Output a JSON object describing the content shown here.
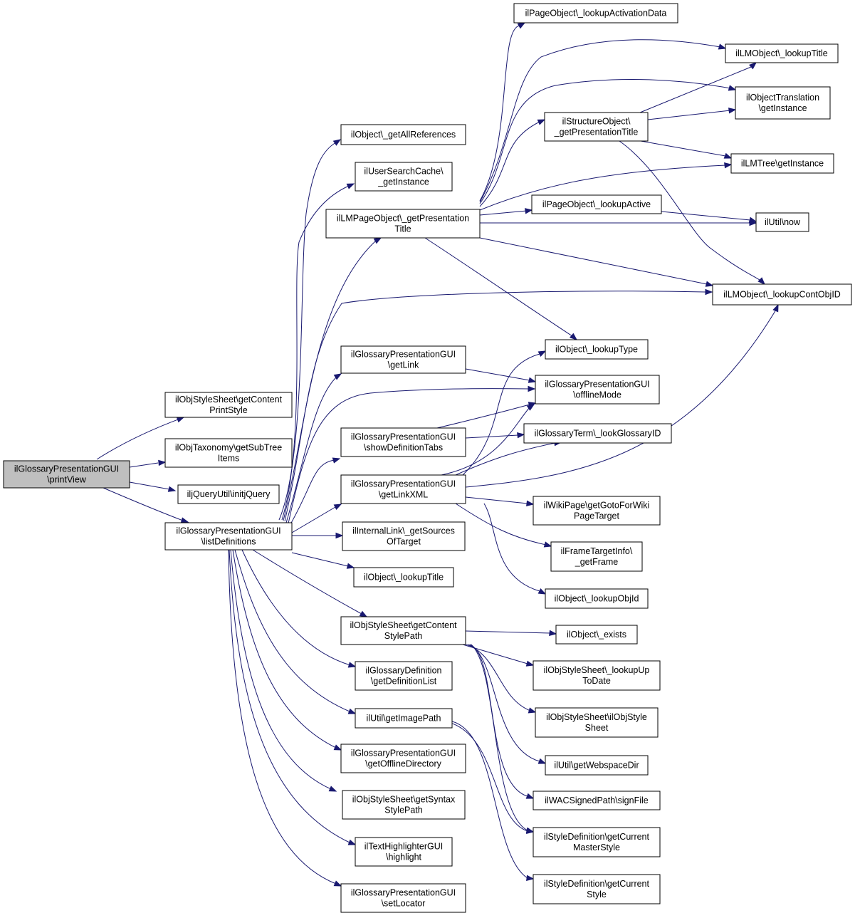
{
  "diagram": {
    "type": "call-graph",
    "colors": {
      "edge": "#191970",
      "node_border": "#000000",
      "root_fill": "#bfbfbf",
      "node_fill": "#ffffff"
    },
    "nodes": [
      {
        "id": "root",
        "lines": [
          "ilGlossaryPresentationGUI",
          "\\printView"
        ],
        "root": true
      },
      {
        "id": "getContentPrintStyle",
        "lines": [
          "ilObjStyleSheet\\getContent",
          "PrintStyle"
        ]
      },
      {
        "id": "getSubTreeItems",
        "lines": [
          "ilObjTaxonomy\\getSubTree",
          "Items"
        ]
      },
      {
        "id": "initjQuery",
        "lines": [
          "iljQueryUtil\\initjQuery"
        ]
      },
      {
        "id": "listDefinitions",
        "lines": [
          "ilGlossaryPresentationGUI",
          "\\listDefinitions"
        ]
      },
      {
        "id": "getAllReferences",
        "lines": [
          "ilObject\\_getAllReferences"
        ]
      },
      {
        "id": "userSearchCache",
        "lines": [
          "ilUserSearchCache\\",
          "_getInstance"
        ]
      },
      {
        "id": "lmPageGetPresTitle",
        "lines": [
          "ilLMPageObject\\_getPresentation",
          "Title"
        ]
      },
      {
        "id": "gpGetLink",
        "lines": [
          "ilGlossaryPresentationGUI",
          "\\getLink"
        ]
      },
      {
        "id": "gpShowDefTabs",
        "lines": [
          "ilGlossaryPresentationGUI",
          "\\showDefinitionTabs"
        ]
      },
      {
        "id": "gpGetLinkXML",
        "lines": [
          "ilGlossaryPresentationGUI",
          "\\getLinkXML"
        ]
      },
      {
        "id": "internalLinkSources",
        "lines": [
          "ilInternalLink\\_getSources",
          "OfTarget"
        ]
      },
      {
        "id": "objLookupTitle",
        "lines": [
          "ilObject\\_lookupTitle"
        ]
      },
      {
        "id": "getContentStylePath",
        "lines": [
          "ilObjStyleSheet\\getContent",
          "StylePath"
        ]
      },
      {
        "id": "getDefinitionList",
        "lines": [
          "ilGlossaryDefinition",
          "\\getDefinitionList"
        ]
      },
      {
        "id": "getImagePath",
        "lines": [
          "ilUtil\\getImagePath"
        ]
      },
      {
        "id": "getOfflineDirectory",
        "lines": [
          "ilGlossaryPresentationGUI",
          "\\getOfflineDirectory"
        ]
      },
      {
        "id": "getSyntaxStylePath",
        "lines": [
          "ilObjStyleSheet\\getSyntax",
          "StylePath"
        ]
      },
      {
        "id": "highlight",
        "lines": [
          "ilTextHighlighterGUI",
          "\\highlight"
        ]
      },
      {
        "id": "setLocator",
        "lines": [
          "ilGlossaryPresentationGUI",
          "\\setLocator"
        ]
      },
      {
        "id": "pageLookupActivation",
        "lines": [
          "ilPageObject\\_lookupActivationData"
        ]
      },
      {
        "id": "lmLookupTitle",
        "lines": [
          "ilLMObject\\_lookupTitle"
        ]
      },
      {
        "id": "objTranslation",
        "lines": [
          "ilObjectTranslation",
          "\\getInstance"
        ]
      },
      {
        "id": "structGetPresTitle",
        "lines": [
          "ilStructureObject\\",
          "_getPresentationTitle"
        ]
      },
      {
        "id": "lmTreeGetInstance",
        "lines": [
          "ilLMTree\\getInstance"
        ]
      },
      {
        "id": "pageLookupActive",
        "lines": [
          "ilPageObject\\_lookupActive"
        ]
      },
      {
        "id": "utilNow",
        "lines": [
          "ilUtil\\now"
        ]
      },
      {
        "id": "lmLookupContObjID",
        "lines": [
          "ilLMObject\\_lookupContObjID"
        ]
      },
      {
        "id": "objLookupType",
        "lines": [
          "ilObject\\_lookupType"
        ]
      },
      {
        "id": "gpOfflineMode",
        "lines": [
          "ilGlossaryPresentationGUI",
          "\\offlineMode"
        ]
      },
      {
        "id": "glossTermLookGlossID",
        "lines": [
          "ilGlossaryTerm\\_lookGlossaryID"
        ]
      },
      {
        "id": "wikiGoto",
        "lines": [
          "ilWikiPage\\getGotoForWiki",
          "PageTarget"
        ]
      },
      {
        "id": "frameTarget",
        "lines": [
          "ilFrameTargetInfo\\",
          "_getFrame"
        ]
      },
      {
        "id": "objLookupObjId",
        "lines": [
          "ilObject\\_lookupObjId"
        ]
      },
      {
        "id": "objExists",
        "lines": [
          "ilObject\\_exists"
        ]
      },
      {
        "id": "styleLookupUpToDate",
        "lines": [
          "ilObjStyleSheet\\_lookupUp",
          "ToDate"
        ]
      },
      {
        "id": "objStyleSheetCtor",
        "lines": [
          "ilObjStyleSheet\\ilObjStyle",
          "Sheet"
        ]
      },
      {
        "id": "getWebspaceDir",
        "lines": [
          "ilUtil\\getWebspaceDir"
        ]
      },
      {
        "id": "signFile",
        "lines": [
          "ilWACSignedPath\\signFile"
        ]
      },
      {
        "id": "curMasterStyle",
        "lines": [
          "ilStyleDefinition\\getCurrent",
          "MasterStyle"
        ]
      },
      {
        "id": "curStyle",
        "lines": [
          "ilStyleDefinition\\getCurrent",
          "Style"
        ]
      }
    ]
  }
}
